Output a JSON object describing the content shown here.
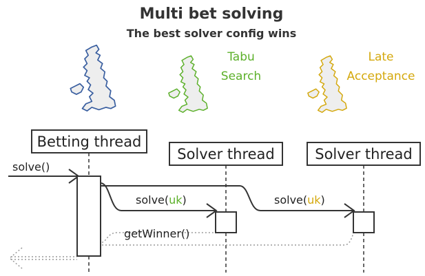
{
  "title": "Multi bet solving",
  "subtitle": "The best solver config wins",
  "colors": {
    "betting_map": "#3a5fa0",
    "tabu": "#5cb02a",
    "late": "#d4a80c",
    "map_fill": "#eeeeee",
    "line": "#333333",
    "dotted": "#999999"
  },
  "lifelines": {
    "betting": {
      "label": "Betting thread",
      "map_icon": "uk-map-icon"
    },
    "solver1": {
      "label": "Solver thread",
      "map_icon": "uk-map-icon",
      "algorithm_line1": "Tabu",
      "algorithm_line2": "Search"
    },
    "solver2": {
      "label": "Solver thread",
      "map_icon": "uk-map-icon",
      "algorithm_line1": "Late",
      "algorithm_line2": "Acceptance"
    }
  },
  "messages": {
    "solve_call": "solve()",
    "solve1_prefix": "solve(",
    "solve1_arg": "uk",
    "solve1_suffix": ")",
    "solve2_prefix": "solve(",
    "solve2_arg": "uk",
    "solve2_suffix": ")",
    "get_winner": "getWinner()"
  }
}
